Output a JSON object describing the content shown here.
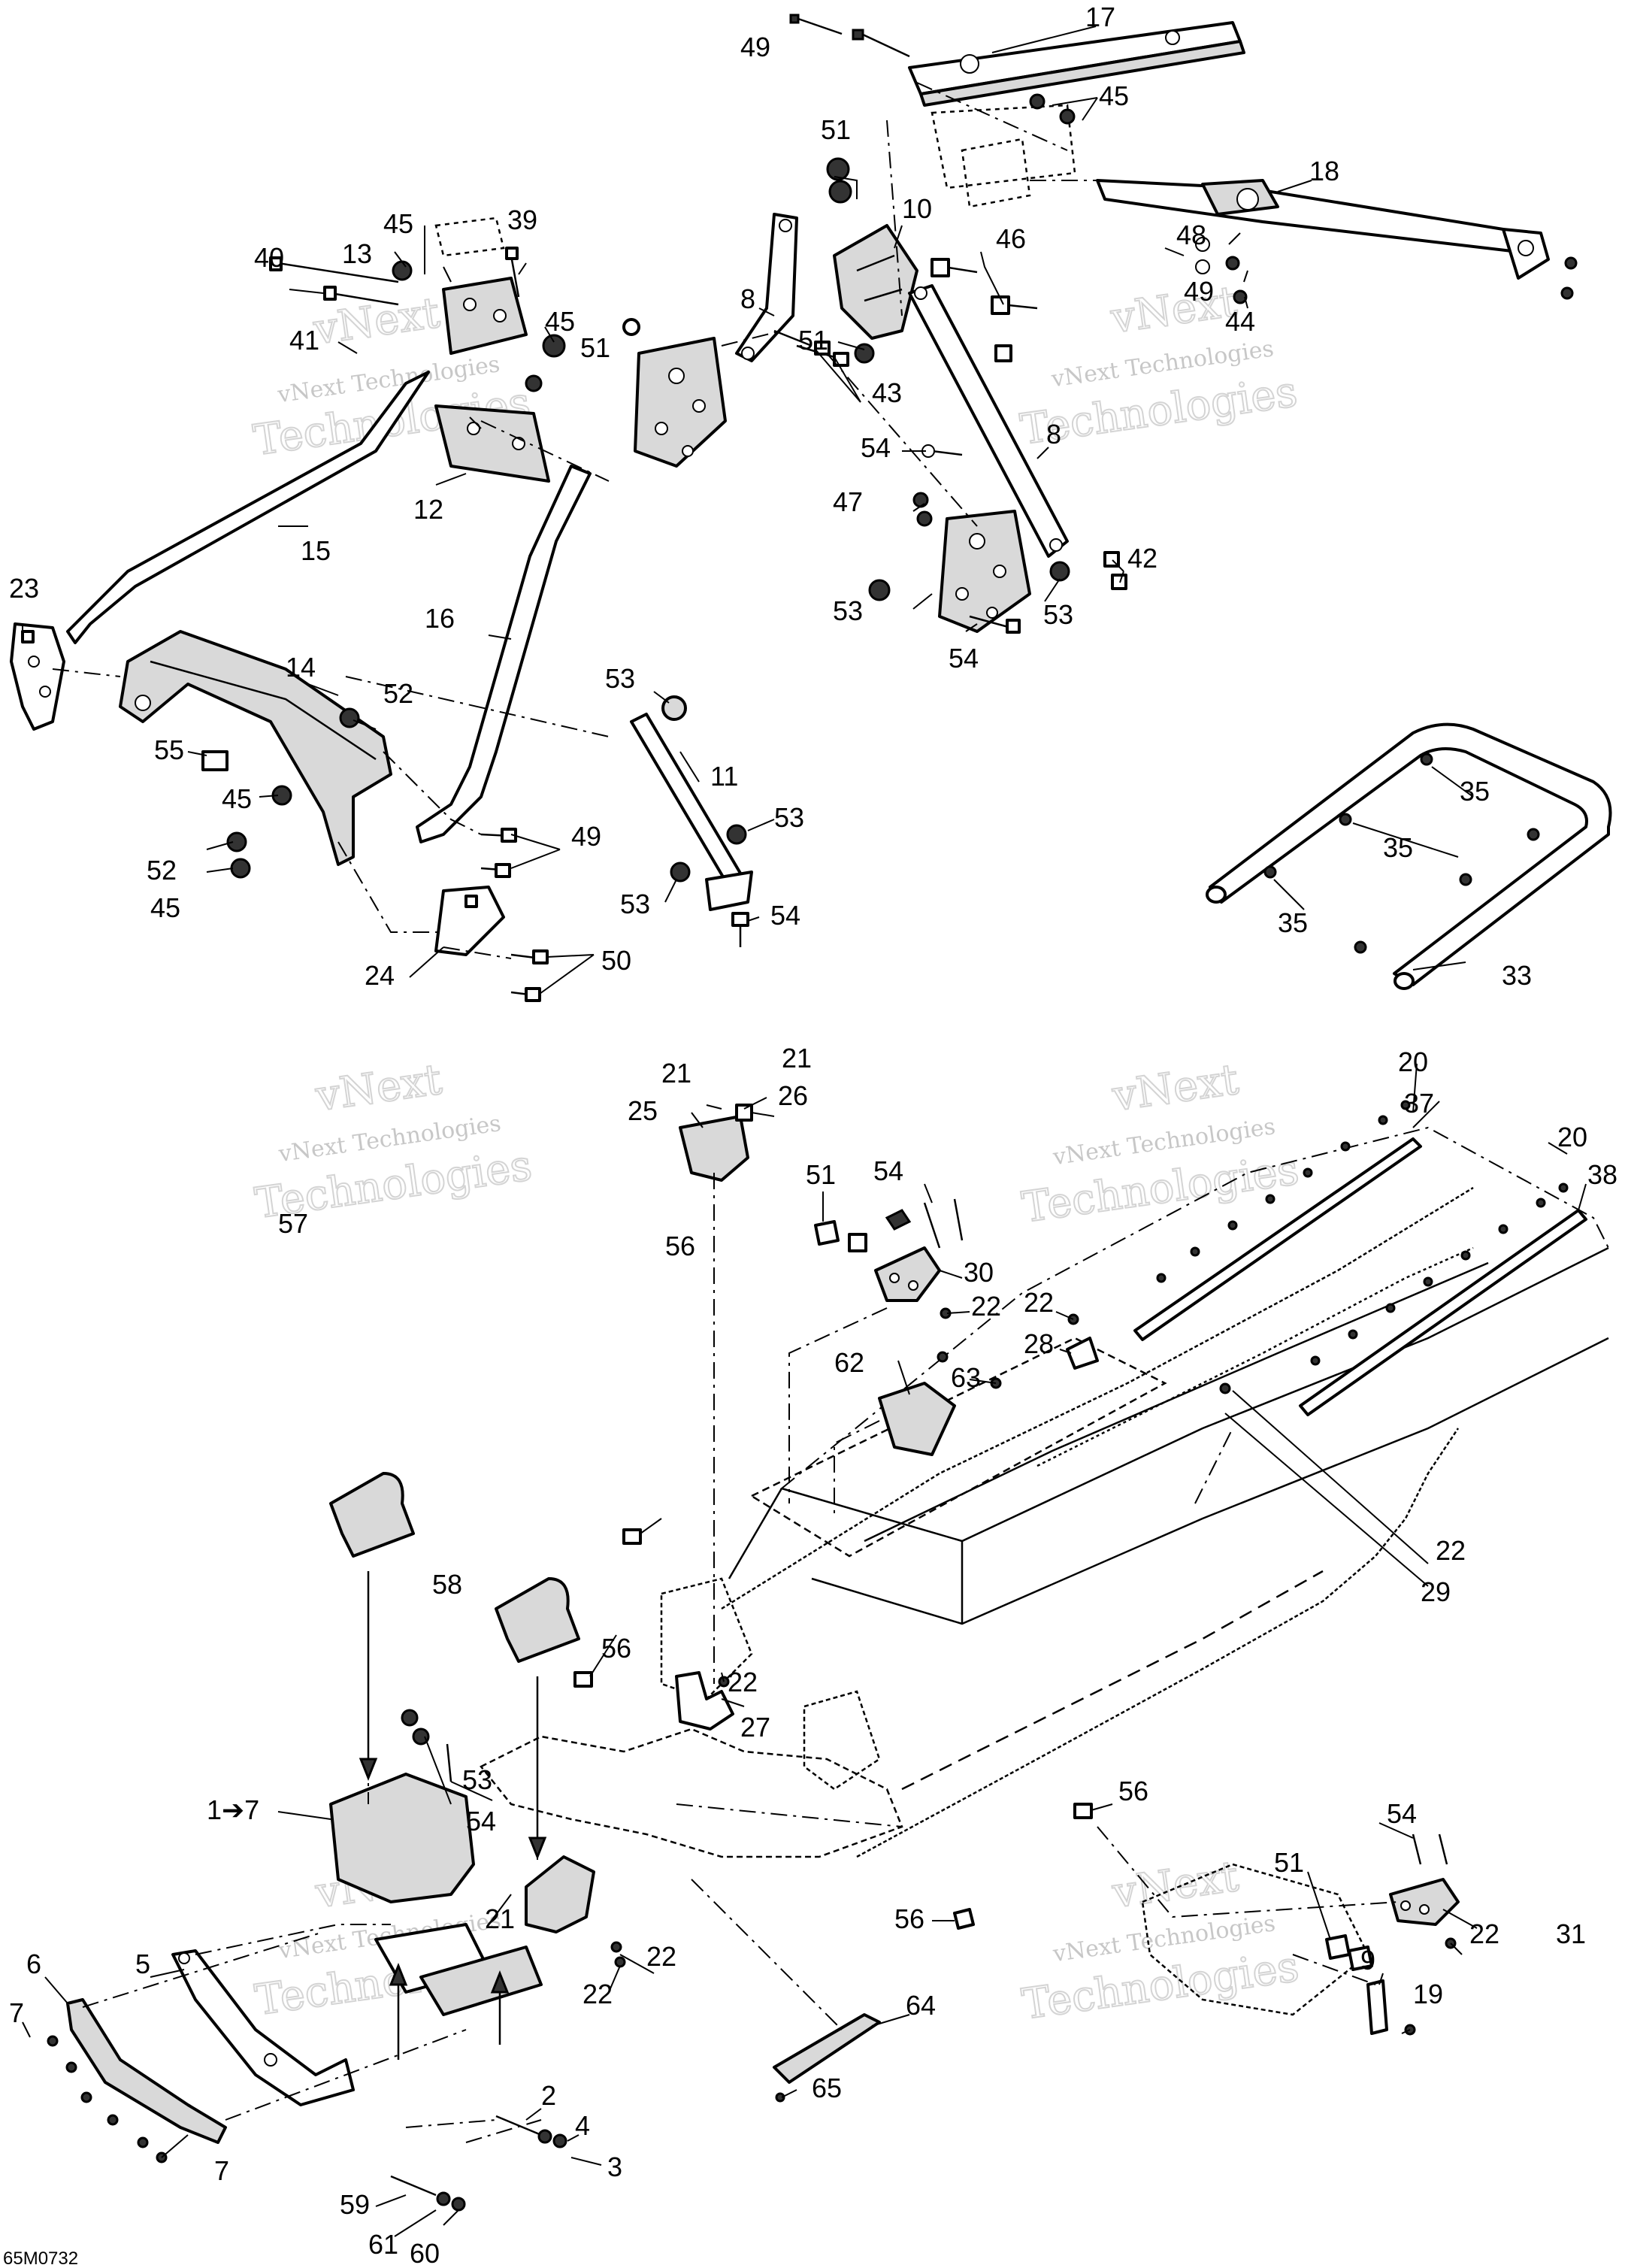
{
  "diagram": {
    "code": "65M0732",
    "watermark": {
      "line1": "vNext",
      "line2": "Technologies",
      "combined": "vNext Technologies"
    },
    "callouts": [
      "1",
      "2",
      "3",
      "4",
      "5",
      "6",
      "7",
      "8",
      "9",
      "10",
      "11",
      "12",
      "13",
      "14",
      "15",
      "16",
      "17",
      "18",
      "19",
      "20",
      "21",
      "22",
      "23",
      "24",
      "25",
      "26",
      "27",
      "28",
      "29",
      "30",
      "31",
      "33",
      "35",
      "37",
      "38",
      "39",
      "40",
      "41",
      "42",
      "43",
      "44",
      "45",
      "46",
      "47",
      "48",
      "49",
      "50",
      "51",
      "52",
      "53",
      "54",
      "55",
      "56",
      "57",
      "58",
      "59",
      "60",
      "61",
      "62",
      "63",
      "64",
      "65",
      "1➔7"
    ]
  }
}
